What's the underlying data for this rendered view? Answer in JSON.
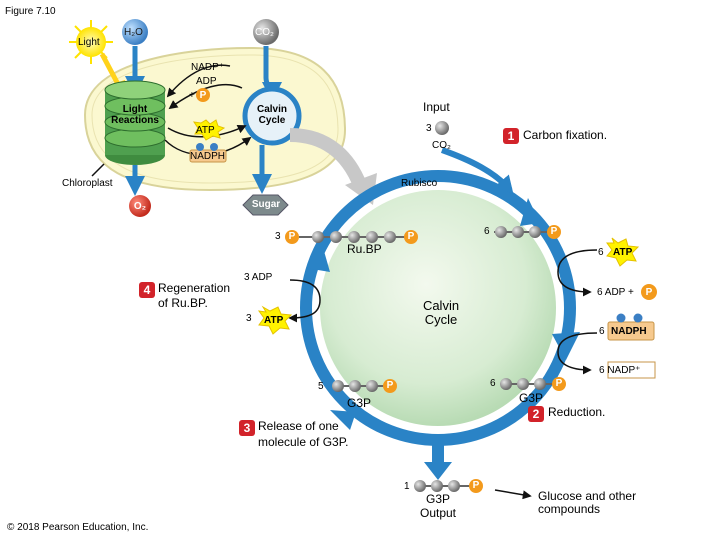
{
  "figure_label": "Figure 7.10",
  "copyright": "© 2018 Pearson Education, Inc.",
  "overview": {
    "light": "Light",
    "h2o": "H₂O",
    "co2": "CO₂",
    "nadp_plus": "NADP⁺",
    "adp": "ADP",
    "plus_p": "+",
    "p": "P",
    "light_reactions": "Light Reactions",
    "calvin_cycle": "Calvin Cycle",
    "atp": "ATP",
    "nadph": "NADPH",
    "chloroplast": "Chloroplast",
    "o2": "O₂",
    "sugar": "Sugar"
  },
  "cycle": {
    "input_title": "Input",
    "input_count": "3",
    "input_molecule": "CO₂",
    "rubisco": "Rubisco",
    "step1_num": "1",
    "step1": "Carbon fixation.",
    "rubp_count": "3",
    "rubp": "Ru.BP",
    "p": "P",
    "six_count": "6",
    "atp_count": "6",
    "atp": "ATP",
    "adp_out": "6 ADP +",
    "nadph_count": "6",
    "nadph": "NADPH",
    "nadp_out": "6 NADP⁺",
    "g3p_right_count": "6",
    "g3p": "G3P",
    "step2_num": "2",
    "step2": "Reduction.",
    "g3p_left_count": "5",
    "step3_num": "3",
    "step3_line1": "Release of one",
    "step3_line2": "molecule of G3P.",
    "step4_num": "4",
    "step4_line1": "Regeneration",
    "step4_line2": "of Ru.BP.",
    "regen_adp": "3 ADP",
    "regen_atp_count": "3",
    "regen_atp": "ATP",
    "center_line1": "Calvin",
    "center_line2": "Cycle",
    "output_count": "1",
    "output_molecule": "G3P",
    "output_label": "Output",
    "glucose_line1": "Glucose and other",
    "glucose_line2": "compounds"
  },
  "colors": {
    "cycle_arrow": "#2a83c6",
    "cycle_fill": "#c9e6c4",
    "chloroplast_fill": "#fbf8d0",
    "thylakoid": "#4fa04f",
    "phosphate": "#f39a1c",
    "atp_star": "#fff200",
    "step_badge": "#d2232a",
    "sugar": "#7d8a8c"
  }
}
